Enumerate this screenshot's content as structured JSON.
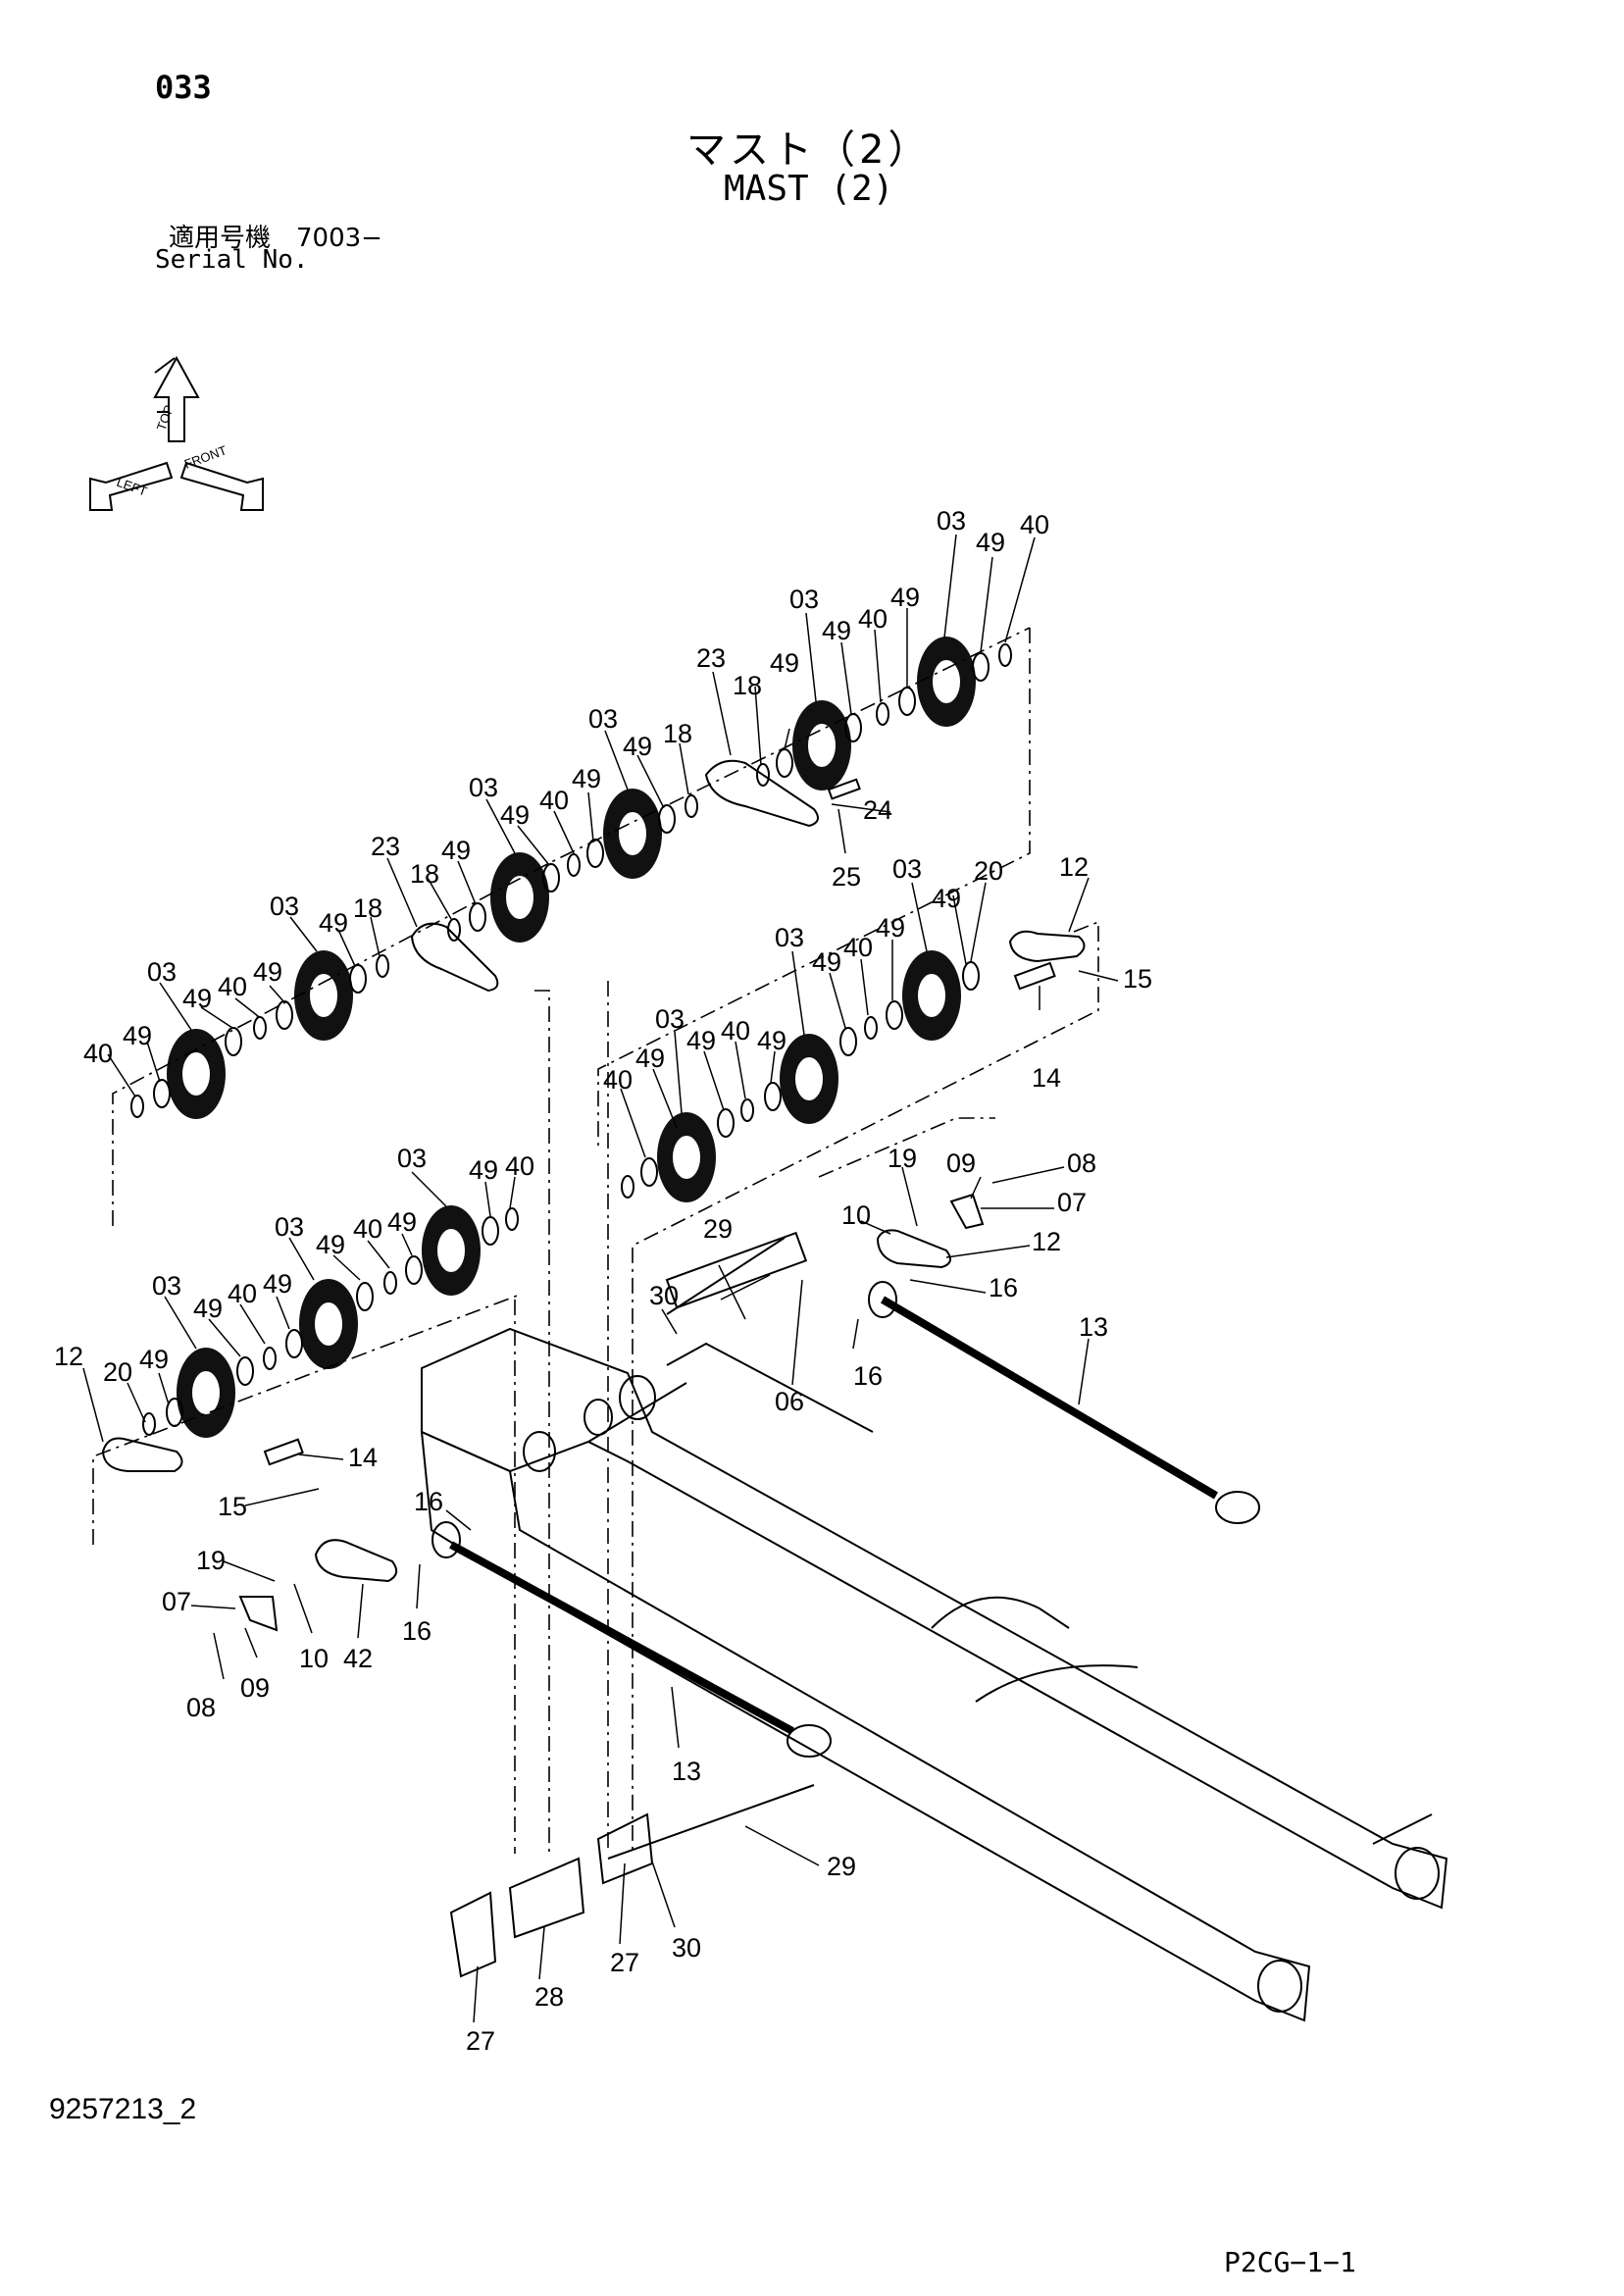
{
  "header": {
    "page_number": "033",
    "title_jp": "マスト（2）",
    "title_en": "MAST (2)",
    "serial_label_jp": "適用号機　7003−",
    "serial_label_en": "Serial No."
  },
  "orientation_icon": {
    "name": "direction-arrows-icon",
    "labels": [
      "TOP",
      "LEFT",
      "FRONT"
    ]
  },
  "parts": {
    "p03": "03",
    "p06": "06",
    "p07": "07",
    "p08": "08",
    "p09": "09",
    "p10": "10",
    "p12": "12",
    "p13": "13",
    "p14": "14",
    "p15": "15",
    "p16": "16",
    "p18": "18",
    "p19": "19",
    "p20": "20",
    "p23": "23",
    "p24": "24",
    "p25": "25",
    "p27": "27",
    "p28": "28",
    "p29": "29",
    "p30": "30",
    "p40": "40",
    "p42": "42",
    "p49": "49"
  },
  "footer": {
    "drawing_number": "9257213_2",
    "code": "P2CG−1−1"
  }
}
